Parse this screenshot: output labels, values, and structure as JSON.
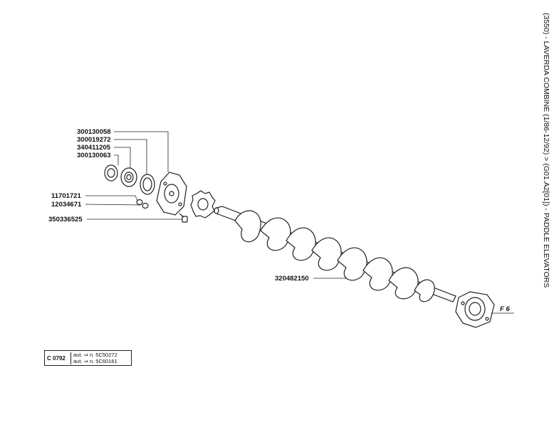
{
  "title": "(3550) - LAVERDA COMBINE (1/86-12/92) > (G01.A2[01]) - PADDLE ELEVATORS",
  "parts": [
    {
      "number": "300130058"
    },
    {
      "number": "300019272"
    },
    {
      "number": "340411205"
    },
    {
      "number": "300130063"
    },
    {
      "number": "11701721"
    },
    {
      "number": "12034671"
    },
    {
      "number": "350336525"
    },
    {
      "number": "320482150"
    }
  ],
  "callout": "F 6",
  "reference": {
    "code": "C 0792",
    "line1": "aut. ⇒ n. 5C50272",
    "line2": "aut. ⇒ n. 5C60161"
  }
}
